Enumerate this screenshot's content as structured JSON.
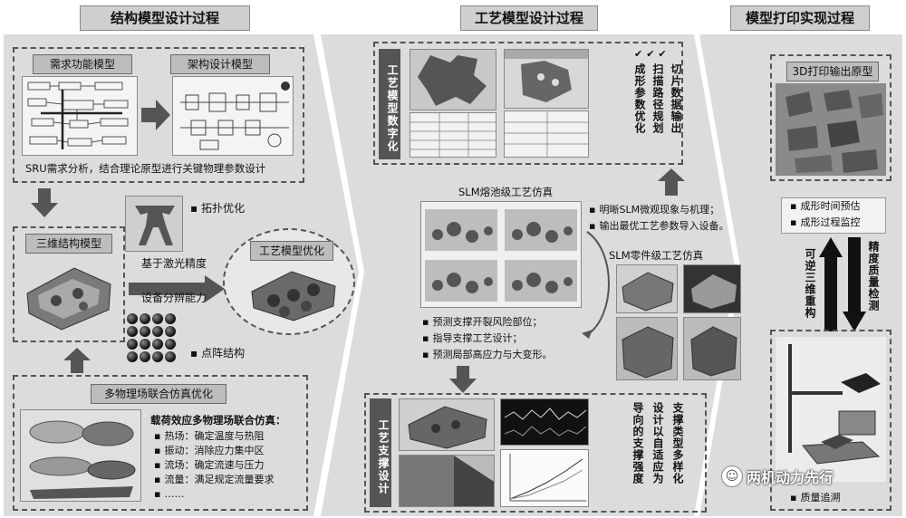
{
  "sections": {
    "structural": {
      "title": "结构模型设计过程",
      "demand_model": "需求功能模型",
      "architecture_model": "架构设计模型",
      "sru_caption": "SRU需求分析，结合理论原型进行关键物理参数设计",
      "topology": "拓扑优化",
      "solid_model": "三维结构模型",
      "laser_line1": "基于激光精度",
      "laser_line2": "设备分辨能力",
      "process_opt": "工艺模型优化",
      "lattice": "点阵结构",
      "multiphysics_title": "多物理场联合仿真优化",
      "multiphysics_header": "载荷效应多物理场联合仿真：",
      "multiphysics_items": [
        "热场：确定温度与热阻",
        "振动：消除应力集中区",
        "流场：确定流速与压力",
        "流量：满足规定流量要求",
        "……"
      ]
    },
    "process": {
      "title": "工艺模型设计过程",
      "digitize_label": "工艺模型数字化",
      "slice_col1": "切片数据输出",
      "slice_col2": "扫描路径规划",
      "slice_col3": "成形参数优化",
      "melt_pool_title": "SLM熔池级工艺仿真",
      "melt_items": [
        "明晰SLM微观现象与机理；",
        "输出最优工艺参数导入设备。"
      ],
      "part_level_title": "SLM零件级工艺仿真",
      "support_items": [
        "预测支撑开裂风险部位；",
        "指导支撑工艺设计；",
        "预测局部高应力与大变形。"
      ],
      "support_label": "工艺支撑设计",
      "support_col1": "支撑类型多样化",
      "support_col2": "设计以自适应为",
      "support_col3": "导向的支撑强度"
    },
    "printing": {
      "title": "模型打印实现过程",
      "prototype": "3D打印输出原型",
      "items": [
        "成形时间预估",
        "成形过程监控"
      ],
      "precision_check": "精度质量检测",
      "reverse_model": "可逆三维重构",
      "quality_trace": "质量追溯",
      "watermark": "两机动力先行"
    }
  }
}
